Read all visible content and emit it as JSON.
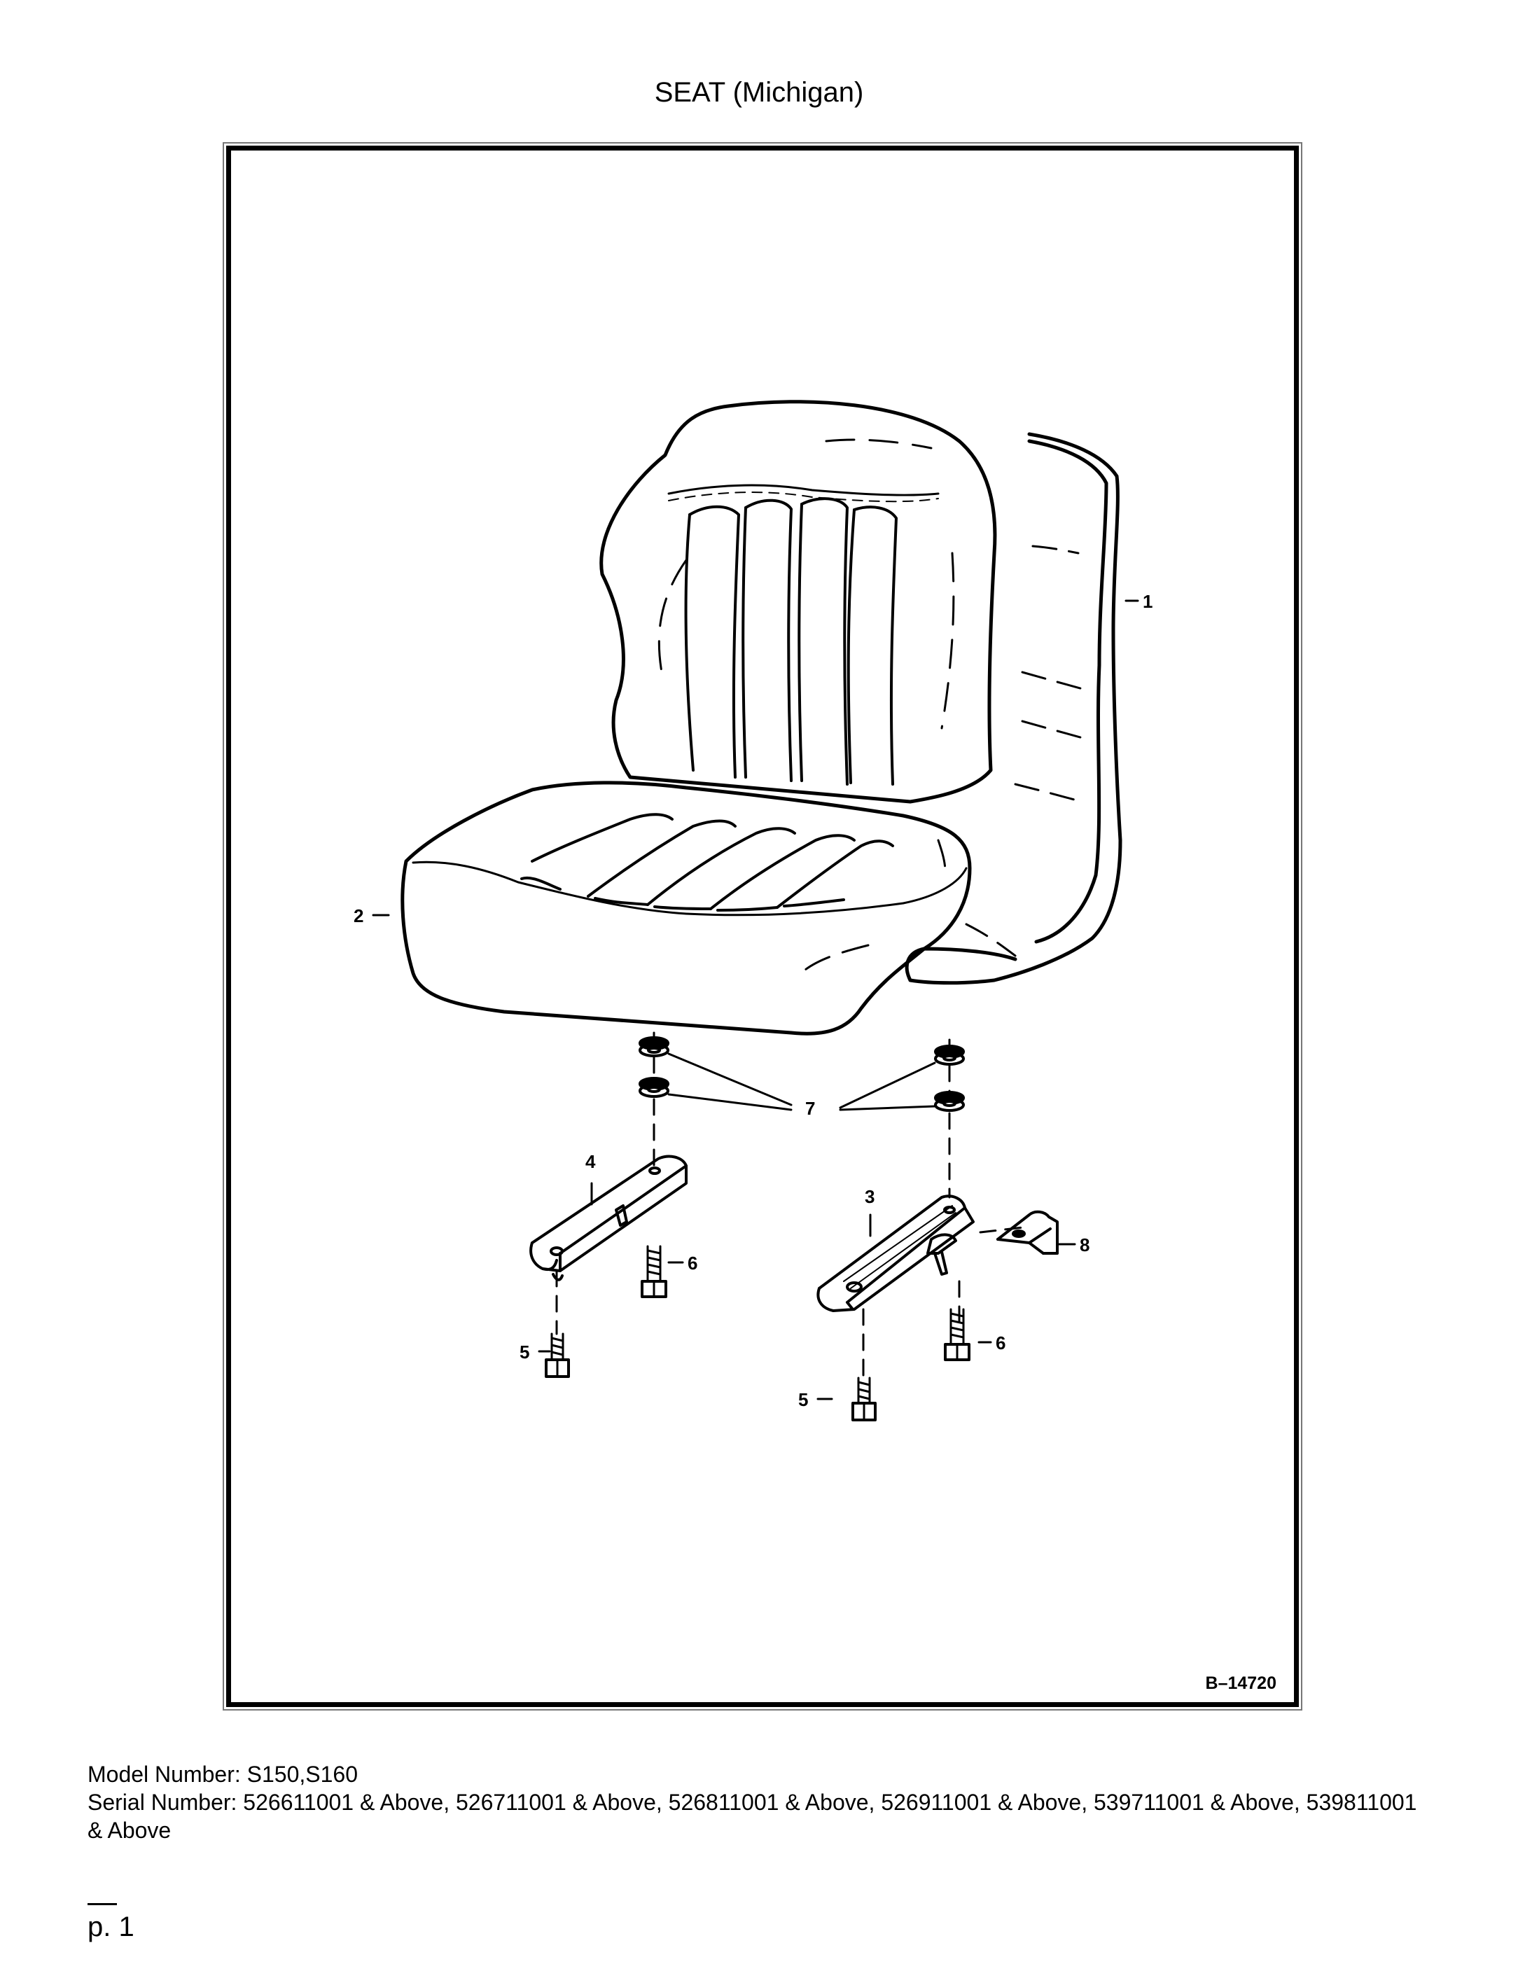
{
  "page": {
    "title": "SEAT (Michigan)",
    "drawing_ref": "B–14720",
    "model_line": "Model Number: S150,S160",
    "serial_line": "Serial Number: 526611001 & Above, 526711001 & Above, 526811001 & Above, 526911001 & Above, 539711001 & Above, 539811001 & Above",
    "footer_mark": "—",
    "page_number": "p. 1"
  },
  "callouts": {
    "c1": "1",
    "c2": "2",
    "c3": "3",
    "c4": "4",
    "c5a": "5",
    "c5b": "5",
    "c6a": "6",
    "c6b": "6",
    "c7": "7",
    "c8": "8"
  }
}
